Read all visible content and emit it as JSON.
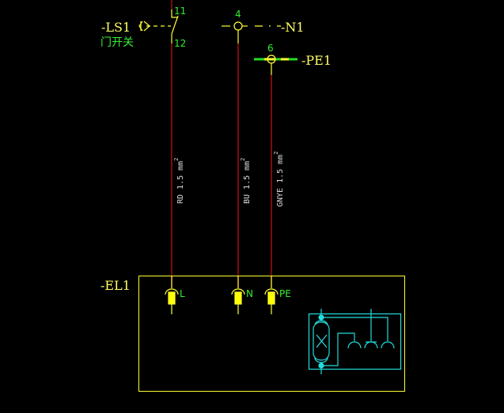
{
  "components": {
    "switch": {
      "tag": "-LS1",
      "description": "门开关",
      "terminal_top": "11",
      "terminal_bottom": "12"
    },
    "neutral": {
      "tag": "-N1",
      "terminal": "4"
    },
    "earth": {
      "tag": "-PE1",
      "terminal": "6"
    },
    "lamp": {
      "tag": "-EL1",
      "pins": [
        "L",
        "N",
        "PE"
      ]
    }
  },
  "wires": [
    {
      "label": "RD 1.5 mm",
      "sup": "2"
    },
    {
      "label": "BU 1.5 mm",
      "sup": "2"
    },
    {
      "label": "GNYE 1.5 mm",
      "sup": "2"
    }
  ],
  "colors": {
    "wire": "#c01010",
    "symbol": "#ffff33",
    "text": "#33ee33",
    "lamp": "#22dddd"
  }
}
